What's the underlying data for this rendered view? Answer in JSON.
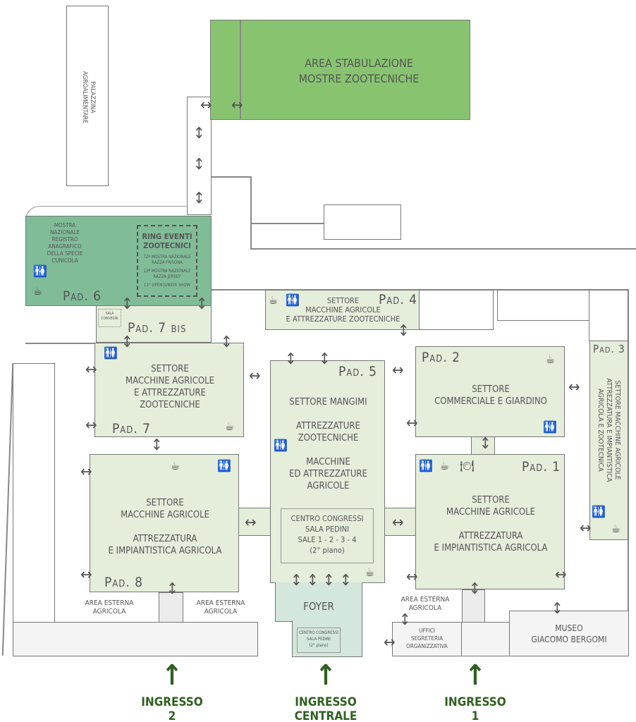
{
  "palazzina": "PALAZZINA\nAGROALIMENTARE",
  "stabulazione": "AREA STABULAZIONE\nMOSTRE ZOOTECNICHE",
  "pad6": {
    "label": "Pad. 6",
    "mostra": "MOSTRA\nNAZIONALE\nREGISTRO\nANAGRAFICO\nDELLA SPECIE\nCUNICOLA",
    "ring_title": "RING EVENTI\nZOOTECNICI",
    "ring_events": [
      "72ª MOSTRA NAZIONALE\nRAZZA FRISONA",
      "13ª MOSTRA NAZIONALE\nRAZZA JERSEY",
      "11° OPEN JUNIOR SHOW"
    ]
  },
  "pad7bis": {
    "label": "Pad. 7 bis",
    "sala": "SALA\nCONVEGNI"
  },
  "pad7": {
    "label": "Pad. 7",
    "text": "SETTORE\nMACCHINE AGRICOLE\nE ATTREZZATURE\nZOOTECNICHE"
  },
  "pad8": {
    "label": "Pad. 8",
    "text": "SETTORE\nMACCHINE AGRICOLE\n\nATTREZZATURA\nE IMPIANTISTICA AGRICOLA"
  },
  "pad5": {
    "label": "Pad. 5",
    "text": "SETTORE MANGIMI\n\nATTREZZATURE\nZOOTECNICHE\n\nMACCHINE\nED ATTREZZATURE\nAGRICOLE",
    "congressi": "CENTRO CONGRESSI\nSALA PEDINI\nSALE 1 - 2 - 3 - 4\n(2° piano)"
  },
  "pad4": {
    "label": "Pad. 4",
    "text": "SETTORE\nMACCHINE AGRICOLE\nE ATTREZZATURE ZOOTECNICHE"
  },
  "pad2": {
    "label": "Pad. 2",
    "text": "SETTORE\nCOMMERCIALE E GIARDINO"
  },
  "pad1": {
    "label": "Pad. 1",
    "text": "SETTORE\nMACCHINE AGRICOLE\n\nATTREZZATURA\nE IMPIANTISTICA AGRICOLA"
  },
  "pad3": {
    "label": "Pad. 3",
    "text": "SETTORE MACCHINE AGRICOLE\nATTREZZATURA E IMPIANTISTICA\nAGRICOLA E ZOOTECNICA"
  },
  "foyer": {
    "label": "FOYER",
    "congressi": "CENTRO CONGRESSI\nSALA PEDINI\n(2° piano)"
  },
  "area_esterna": "AREA ESTERNA\nAGRICOLA",
  "uffici": "UFFICI\nSEGRETERIA\nORGANIZZATIVA",
  "museo": "MUSEO\nGIACOMO BERGOMI",
  "entrances": [
    "INGRESSO\n2",
    "INGRESSO\nCENTRALE",
    "INGRESSO\n1"
  ],
  "colors": {
    "pavilion": "#e5eddb",
    "pad6": "#80bc98",
    "stabulazione": "#88c470",
    "foyer": "#d3e7dc",
    "entrance": "#2e6020"
  }
}
